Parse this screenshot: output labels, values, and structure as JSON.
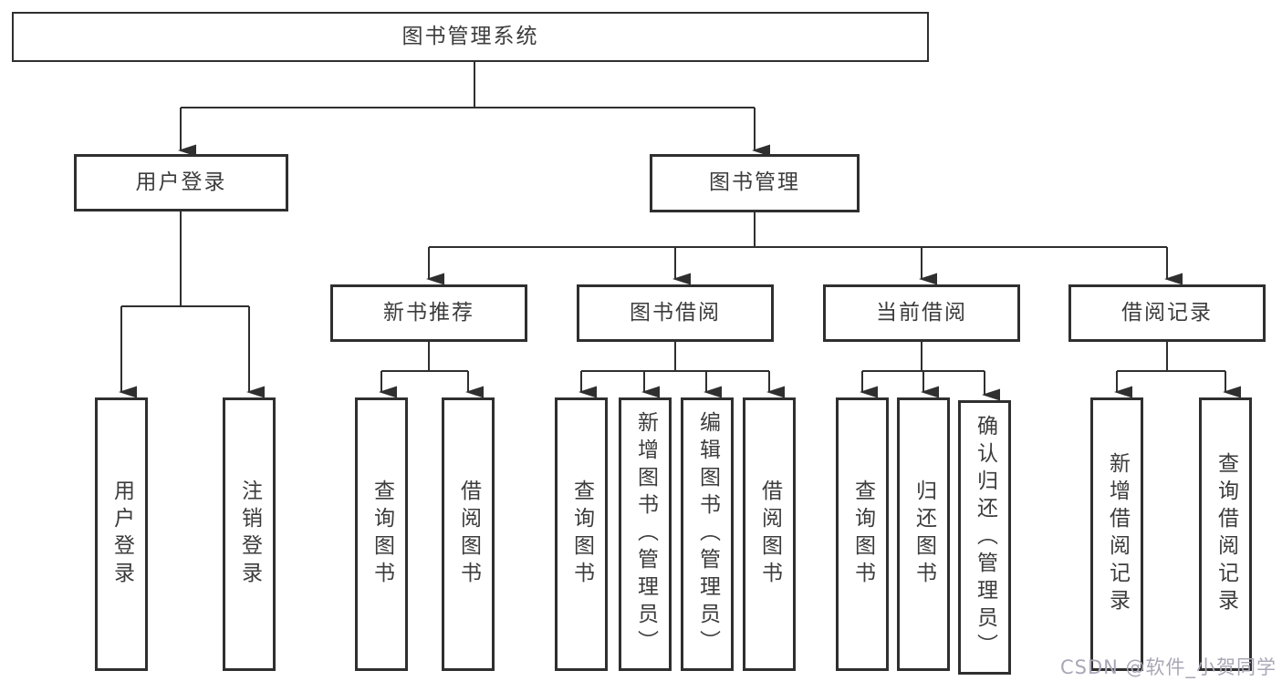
{
  "tree": {
    "root": "图书管理系统",
    "branches": [
      "用户登录",
      "图书管理"
    ],
    "modules": [
      "新书推荐",
      "图书借阅",
      "当前借阅",
      "借阅记录"
    ],
    "leaves": {
      "user_login": [
        "用户登录",
        "注销登录"
      ],
      "new_book_recommend": [
        "查询图书",
        "借阅图书"
      ],
      "book_borrow": [
        "查询图书",
        "新增图书（管理员）",
        "编辑图书（管理员）",
        "借阅图书"
      ],
      "current_borrow": [
        "查询图书",
        "归还图书",
        "确认归还（管理员）"
      ],
      "borrow_records": [
        "新增借阅记录",
        "查询借阅记录"
      ]
    }
  },
  "watermark": "CSDN @软件_小贺同学",
  "colors": {
    "line": "#2f2f2f",
    "box_border": "#2f2f2f",
    "text": "#3c3c3c",
    "watermark": "#a9a7b6",
    "background": "#ffffff"
  }
}
